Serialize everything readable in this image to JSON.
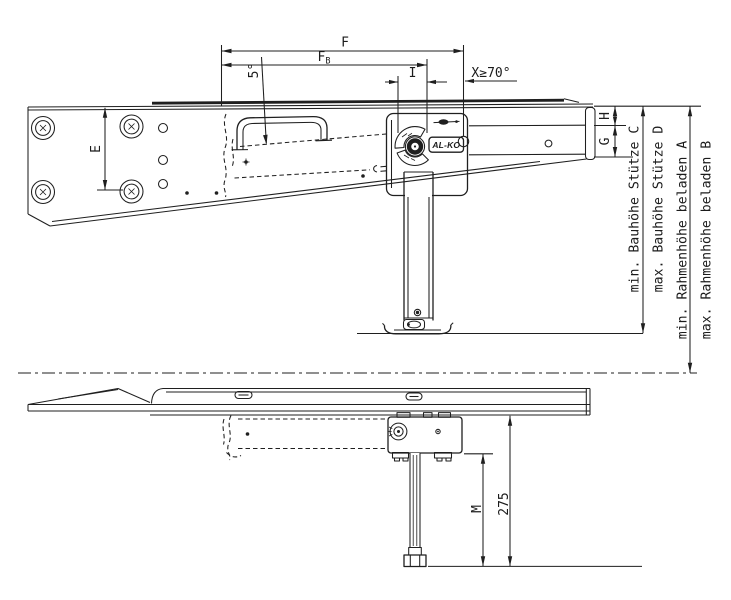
{
  "colors": {
    "background": "#ffffff",
    "line": "#1f1f1f"
  },
  "dimensions": {
    "f": "F",
    "f_b_base": "F",
    "f_b_sub": "B",
    "i": "I",
    "x_min_angle": "X≥70°",
    "tilt_angle": "5°",
    "e": "E",
    "g": "G",
    "h": "H",
    "m": "M",
    "spindle_travel": "275"
  },
  "annotations": {
    "support_height_min": "min. Bauhöhe Stütze C",
    "support_height_max": "max. Bauhöhe Stütze D",
    "frame_height_min": "min. Rahmenhöhe beladen A",
    "frame_height_max": "max. Rahmenhöhe beladen B"
  },
  "branding": {
    "logo": "AL-KO"
  }
}
